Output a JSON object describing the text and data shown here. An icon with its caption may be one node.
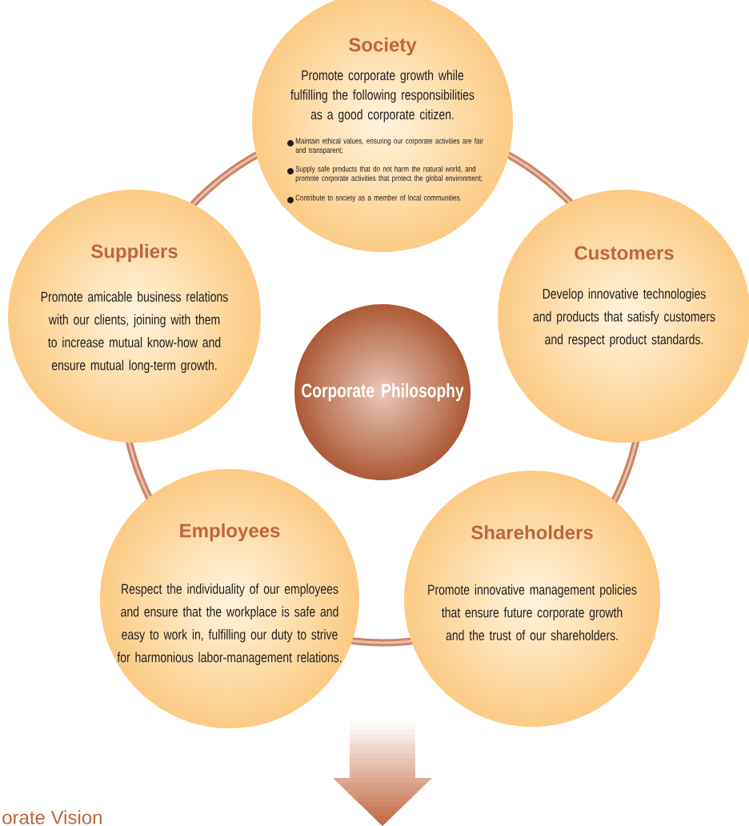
{
  "diagram": {
    "nodes": [
      {
        "text": [
          "Society",
          "Promote corporate growth while fulfilling the following responsibilities as a good corporate citizen.",
          "Maintain ethical values, ensuring our corporate activities are fair and transparent;",
          "Supply safe products that do not harm the natural world, and promote corporate activities that protect the global environment;",
          "Contribute to society as a member of local communities."
        ]
      },
      {
        "text": [
          "Suppliers",
          "Promote amicable business relations with our clients, joining with them to increase mutual know-how and ensure mutual long-term growth."
        ]
      },
      {
        "text": [
          "Customers",
          "Develop innovative technologies and products that satisfy customers and respect product standards."
        ]
      },
      {
        "text": [
          "Corporate Philosophy"
        ]
      },
      {
        "text": [
          "Employees",
          "Respect the individuality of our employees and ensure that the workplace is safe and easy to work in, fulfilling our duty to strive for harmonious labor-management relations."
        ]
      },
      {
        "text": [
          "Shareholders",
          "Promote innovative management policies that ensure future corporate growth and the trust of our shareholders."
        ]
      }
    ],
    "labels": [
      "orate Vision"
    ]
  }
}
